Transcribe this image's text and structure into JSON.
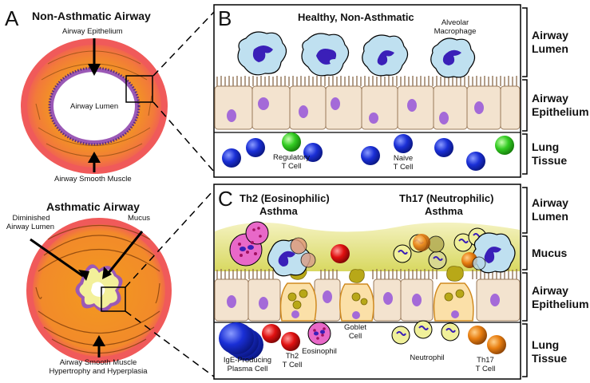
{
  "panelA": {
    "letter": "A",
    "top": {
      "title": "Non-Asthmatic Airway",
      "epithelium_label": "Airway Epithelium",
      "lumen_label": "Airway Lumen",
      "muscle_label": "Airway Smooth Muscle"
    },
    "bottom": {
      "title": "Asthmatic Airway",
      "diminished_label_1": "Diminished",
      "diminished_label_2": "Airway Lumen",
      "mucus_label": "Mucus",
      "muscle_label_1": "Airway Smooth Muscle",
      "muscle_label_2": "Hypertrophy and Hyperplasia"
    }
  },
  "panelB": {
    "letter": "B",
    "title": "Healthy, Non-Asthmatic",
    "macrophage_label_1": "Alveolar",
    "macrophage_label_2": "Macrophage",
    "treg_label_1": "Regulatory",
    "treg_label_2": "T Cell",
    "naive_label_1": "Naive",
    "naive_label_2": "T Cell"
  },
  "panelC": {
    "letter": "C",
    "th2_title_1": "Th2 (Eosinophilic)",
    "th2_title_2": "Asthma",
    "th17_title_1": "Th17 (Neutrophilic)",
    "th17_title_2": "Asthma",
    "ige_label_1": "IgE-Producing",
    "ige_label_2": "Plasma Cell",
    "th2cell_label_1": "Th2",
    "th2cell_label_2": "T Cell",
    "eos_label": "Eosinophil",
    "goblet_label_1": "Goblet",
    "goblet_label_2": "Cell",
    "neut_label": "Neutrophil",
    "th17cell_label_1": "Th17",
    "th17cell_label_2": "T Cell"
  },
  "side_labels": {
    "b_lumen": [
      "Airway",
      "Lumen"
    ],
    "b_epi": [
      "Airway",
      "Epithelium"
    ],
    "b_tissue": [
      "Lung",
      "Tissue"
    ],
    "c_lumen": [
      "Airway",
      "Lumen"
    ],
    "c_mucus": [
      "Mucus"
    ],
    "c_epi": [
      "Airway",
      "Epithelium"
    ],
    "c_tissue": [
      "Lung",
      "Tissue"
    ]
  },
  "colors": {
    "muscle_outer": "#f05a5a",
    "muscle_orange": "#f39a1e",
    "epithelium_purple": "#9b59b6",
    "epithelial_cell": "#f3e3cf",
    "mucus_yellow": "#e8e27a",
    "t_cell_blue": "#1a2fd6",
    "treg_green": "#33cc22",
    "th2_red": "#e01010",
    "th17_orange": "#e87e10",
    "macrophage_fill": "#bfe0f0",
    "eosinophil_pink": "#e868c8",
    "neutrophil_yellow": "#f0f09a"
  }
}
